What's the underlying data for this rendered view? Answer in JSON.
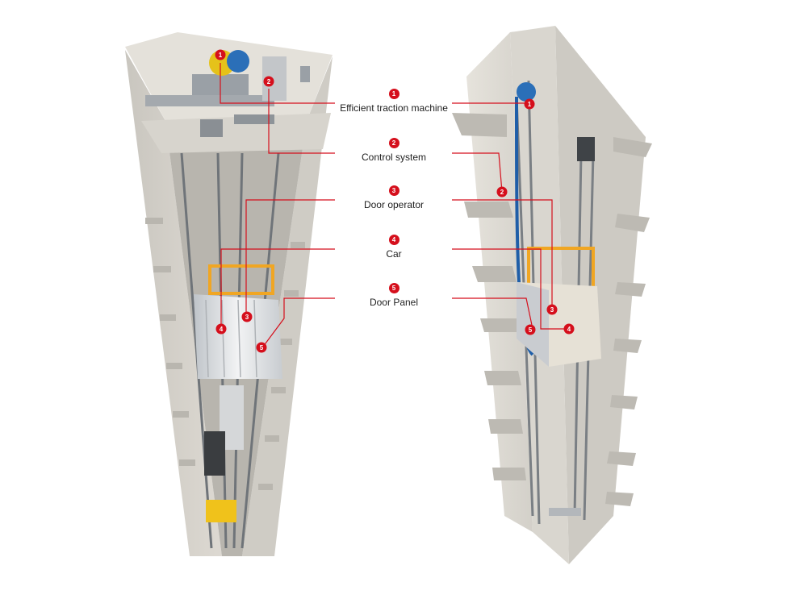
{
  "accent_color": "#d50f1c",
  "components": [
    {
      "number": "1",
      "label": "Efficient traction machine"
    },
    {
      "number": "2",
      "label": "Control system"
    },
    {
      "number": "3",
      "label": "Door operator"
    },
    {
      "number": "4",
      "label": "Car"
    },
    {
      "number": "5",
      "label": "Door Panel"
    }
  ]
}
